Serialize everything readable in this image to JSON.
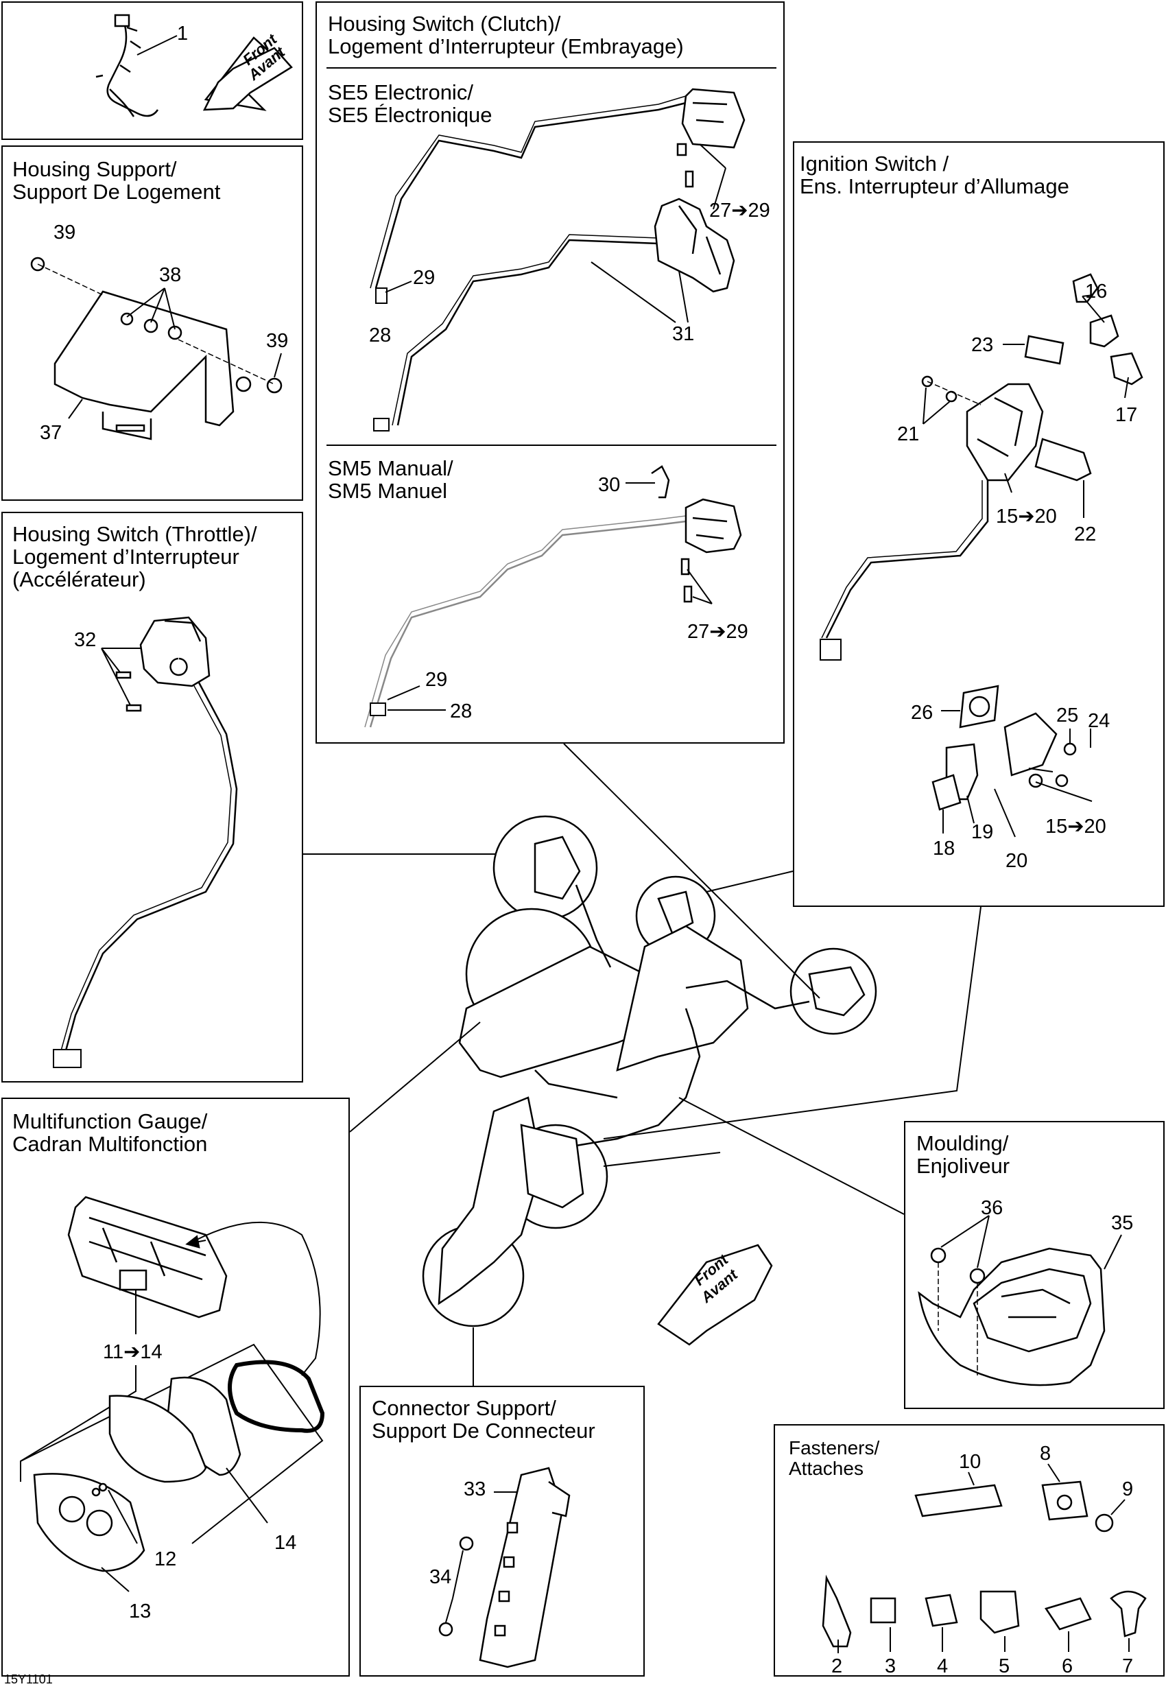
{
  "panels": {
    "p1": {
      "ref": "1",
      "arrow": [
        "Front",
        "Avant"
      ]
    },
    "housing_support": {
      "title": [
        "Housing Support/",
        "Support De Logement"
      ],
      "refs": [
        "39",
        "38",
        "39",
        "37"
      ]
    },
    "housing_switch_clutch": {
      "title": [
        "Housing Switch (Clutch)/",
        "Logement d’Interrupteur (Embrayage)"
      ],
      "se5": {
        "title": [
          "SE5 Electronic/",
          "SE5 Électronique"
        ],
        "refs": [
          "27➔29",
          "29",
          "28",
          "31"
        ]
      },
      "sm5": {
        "title": [
          "SM5 Manual/",
          "SM5 Manuel"
        ],
        "refs": [
          "30",
          "27➔29",
          "29",
          "28"
        ]
      }
    },
    "ignition_switch": {
      "title": [
        "Ignition Switch /",
        "Ens. Interrupteur d’Allumage"
      ],
      "refs": [
        "16",
        "23",
        "21",
        "17",
        "15➔20",
        "22",
        "26",
        "25",
        "24",
        "19",
        "15➔20",
        "18",
        "20"
      ]
    },
    "housing_switch_throttle": {
      "title": [
        "Housing Switch (Throttle)/",
        "Logement d’Interrupteur",
        "(Accélérateur)"
      ],
      "refs": [
        "32"
      ]
    },
    "multifunction_gauge": {
      "title": [
        "Multifunction Gauge/",
        "Cadran Multifonction"
      ],
      "refs": [
        "11➔14",
        "12",
        "13",
        "14"
      ]
    },
    "moulding": {
      "title": [
        "Moulding/",
        "Enjoliveur"
      ],
      "refs": [
        "36",
        "35"
      ]
    },
    "connector_support": {
      "title": [
        "Connector Support/",
        "Support De Connecteur"
      ],
      "refs": [
        "33",
        "34"
      ]
    },
    "fasteners": {
      "title": [
        "Fasteners/",
        "Attaches"
      ],
      "refs": [
        "10",
        "8",
        "9",
        "2",
        "3",
        "4",
        "5",
        "6",
        "7"
      ]
    }
  },
  "center_arrow": [
    "Front",
    "Avant"
  ],
  "drawing_code": "15Y1101"
}
